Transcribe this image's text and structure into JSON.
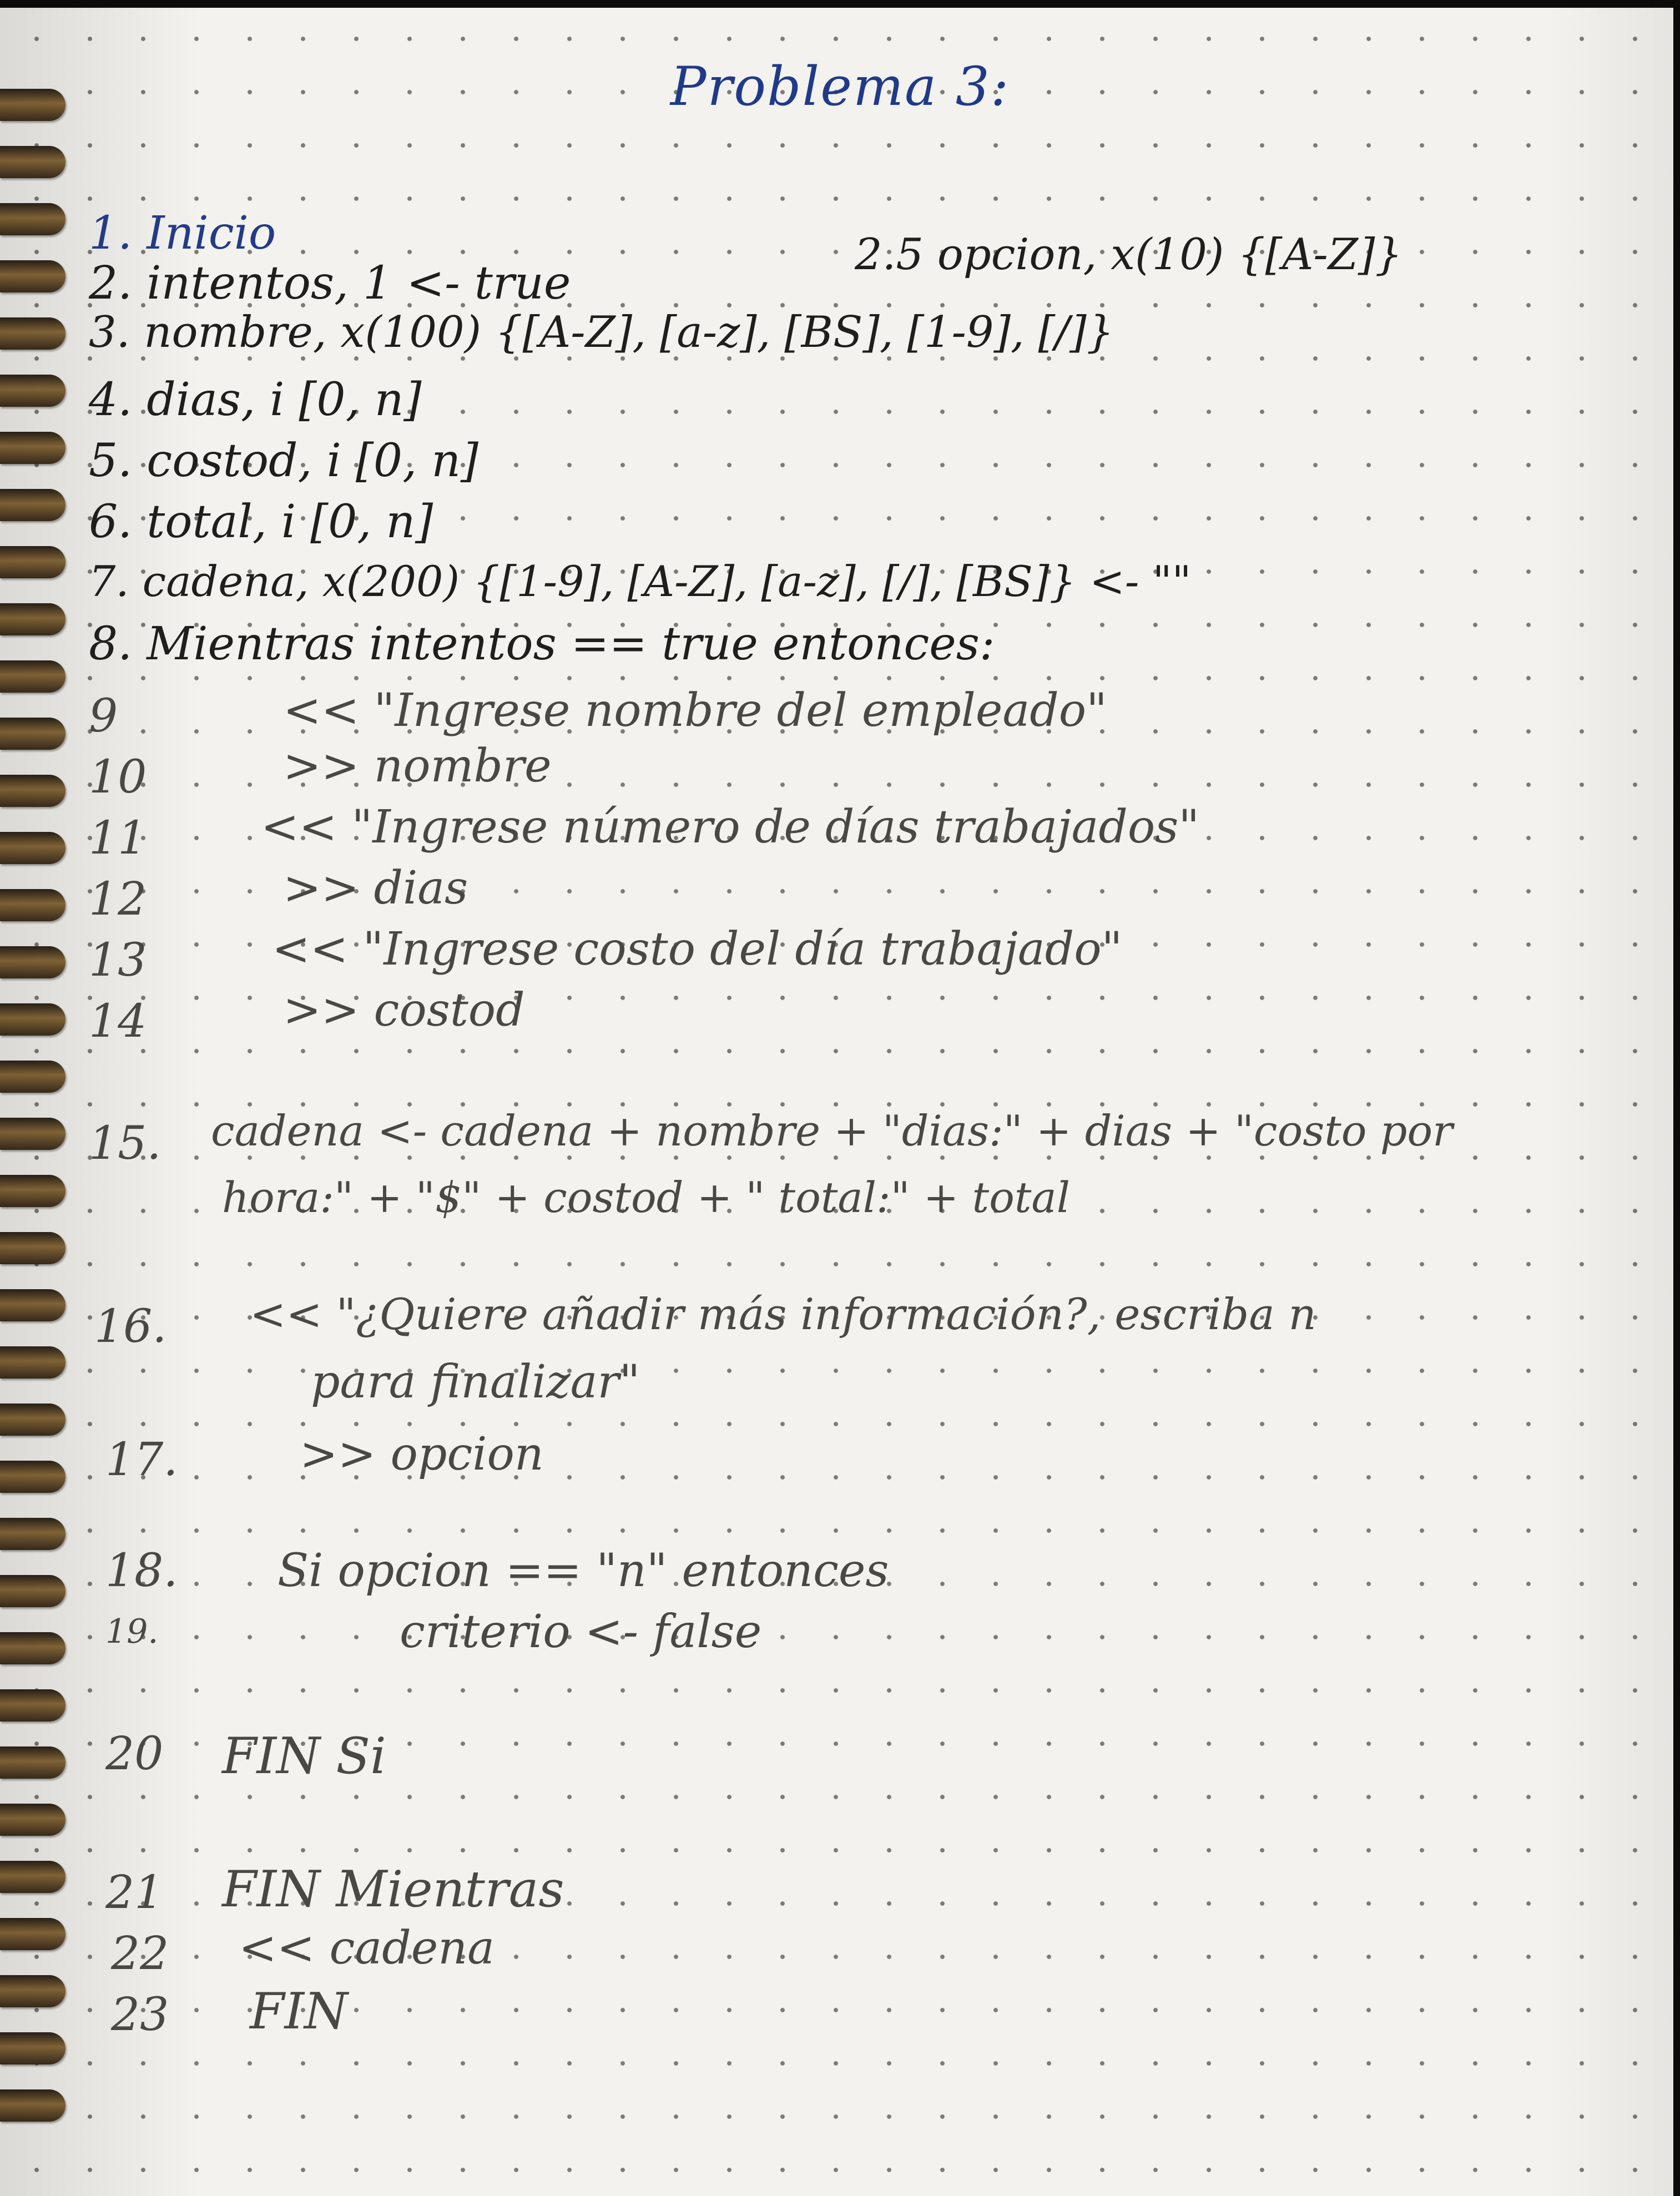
{
  "title": "Problema 3:",
  "lines": [
    "1. Inicio",
    "2. intentos, 1 <- true",
    "2.5 opcion, x(10) {[A-Z]}",
    "3. nombre, x(100) {[A-Z], [a-z], [BS], [1-9], [/]}",
    "4. dias, i [0, n]",
    "5. costod, i [0, n]",
    "6. total, i [0, n]",
    "7. cadena, x(200) {[1-9], [A-Z], [a-z], [/], [BS]} <- \"\"",
    "8. Mientras intentos == true entonces:",
    "9",
    "<< \"Ingrese nombre del empleado\"",
    "10",
    ">> nombre",
    "11",
    "<< \"Ingrese número de días trabajados\"",
    "12",
    ">> dias",
    "13",
    "<< \"Ingrese costo del día trabajado\"",
    "14",
    ">> costod",
    "15.",
    "cadena <- cadena + nombre + \"dias:\" + dias + \"costo por",
    "hora:\" + \"$\" + costod + \" total:\" + total",
    "16.",
    "<< \"¿Quiere añadir más información?, escriba n",
    "para finalizar\"",
    "17.",
    ">> opcion",
    "18.",
    "Si opcion == \"n\" entonces",
    "19.",
    "criterio <- false",
    "20",
    "FIN Si",
    "21",
    "FIN Mientras",
    "22",
    "<< cadena",
    "23",
    "FIN"
  ]
}
